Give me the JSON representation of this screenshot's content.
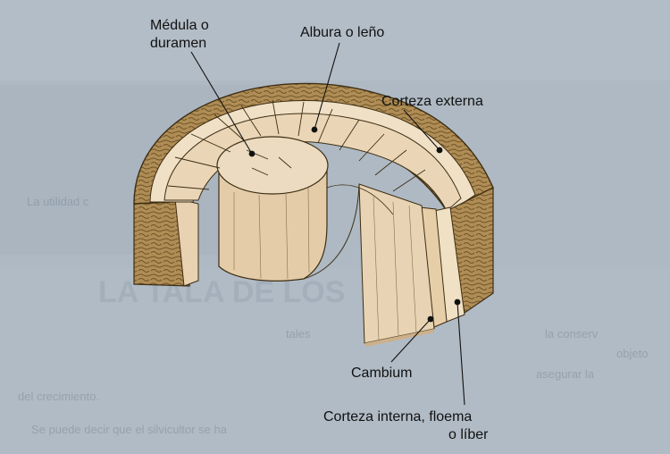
{
  "background": {
    "color": "#aeb9c3",
    "heading_fragment": "LA TALA DE LOS",
    "bullet_fragment": "La utilidad c",
    "body_lines": [
      "tales",
      "la conserv",
      "objeto",
      "asegurar la",
      "del crecimiento.",
      "Se puede decir que el silvicultor se ha"
    ]
  },
  "labels": {
    "medula_line1": "Médula o",
    "medula_line2": "duramen",
    "albura": "Albura o leño",
    "corteza_externa": "Corteza externa",
    "cambium": "Cambium",
    "corteza_interna_line1": "Corteza interna, floema",
    "corteza_interna_line2": "o líber"
  },
  "colors": {
    "bark": "#b08d55",
    "bark_texture": "#6e5428",
    "sapwood": "#ecd9bd",
    "heartwood": "#e9d3b2",
    "side_face": "#e2c7a2",
    "lines": "#111111"
  }
}
